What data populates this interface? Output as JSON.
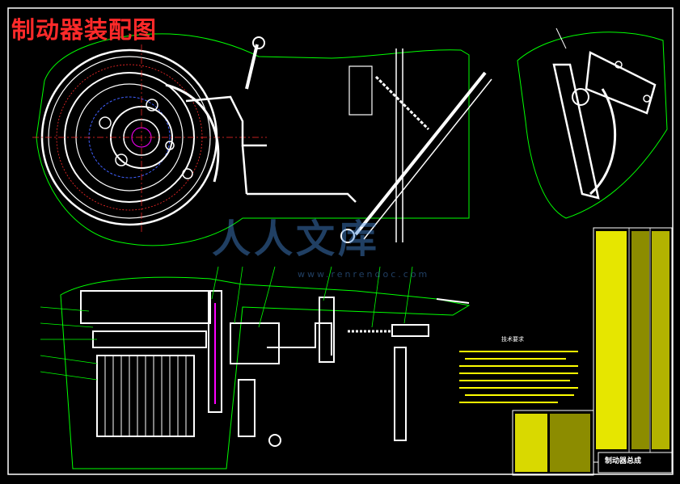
{
  "drawing": {
    "title": "制动器装配图",
    "watermark_text": "人人文库",
    "watermark_url": "www.renrendoc.com",
    "tech_requirements_title": "技术要求",
    "title_block_name": "制动器总成"
  },
  "colors": {
    "background": "#000000",
    "border": "#ffffff",
    "outline": "#00ff00",
    "part": "#ffffff",
    "center_line": "#ff2a2a",
    "hidden_line": "#4060ff",
    "highlight": "#ff00ff",
    "table_fill": "#ffff00",
    "watermark": "#4690dc"
  },
  "views": [
    "front-view",
    "section-view",
    "detail-view",
    "bom-table",
    "title-block",
    "tech-notes"
  ]
}
